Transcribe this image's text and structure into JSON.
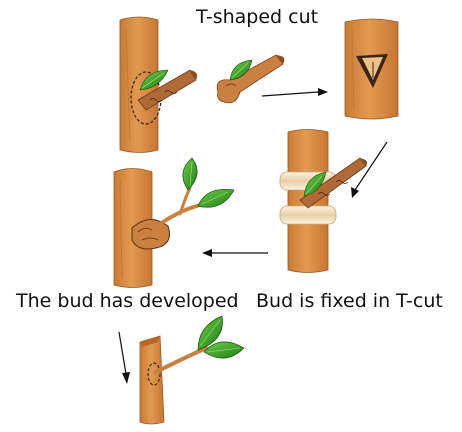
{
  "labels": {
    "top": "T-shaped cut",
    "left": "The bud has developed",
    "right": "Bud is fixed in T-cut"
  },
  "colors": {
    "bark": "#d98a40",
    "bark_dark": "#b8692a",
    "bark_light": "#e6a35e",
    "twig": "#b06a38",
    "leaf": "#2e8b1f",
    "leaf_light": "#5cc43a",
    "wrap": "#f1e3c8",
    "cut": "#3a2412",
    "arrow": "#111111",
    "outline": "#4a2c14"
  }
}
